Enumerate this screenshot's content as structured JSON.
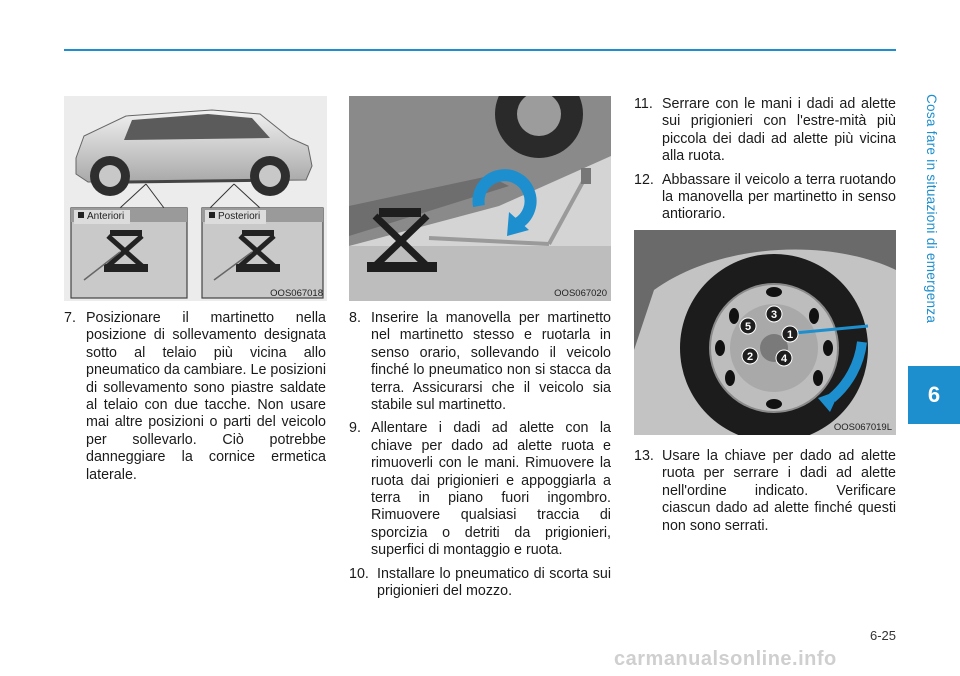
{
  "header": {
    "chapter_title": "Cosa fare in situazioni di emergenza",
    "chapter_number": "6"
  },
  "footer": {
    "page_number": "6-25",
    "watermark": "carmanualsonline.info"
  },
  "figures": {
    "fig1": {
      "code": "OOS067018",
      "label_front": "Anteriori",
      "label_rear": "Posteriori"
    },
    "fig2": {
      "code": "OOS067020"
    },
    "fig3": {
      "code": "OOS067019L",
      "nut_numbers": [
        "1",
        "2",
        "3",
        "4",
        "5"
      ]
    }
  },
  "steps": [
    {
      "num": "7.",
      "text": "Posizionare il martinetto nella posizione di sollevamento designata sotto al telaio più vicina allo pneumatico da cambiare. Le posizioni di sollevamento sono piastre saldate al telaio con due tacche. Non usare mai altre posizioni o parti del veicolo per sollevarlo. Ciò potrebbe danneggiare la cornice ermetica laterale."
    },
    {
      "num": "8.",
      "text": "Inserire la manovella per martinetto nel martinetto stesso e ruotarla in senso orario, sollevando il veicolo finché lo pneumatico non si stacca da terra. Assicurarsi che il veicolo sia stabile sul martinetto."
    },
    {
      "num": "9.",
      "text": "Allentare i dadi ad alette con la chiave per dado ad alette ruota e rimuoverli con le mani. Rimuovere la ruota dai prigionieri e appoggiarla a terra in piano fuori ingombro. Rimuovere qualsiasi traccia di sporcizia o detriti da prigionieri, superfici di montaggio e ruota."
    },
    {
      "num": "10.",
      "text": "Installare lo pneumatico di scorta sui prigionieri del mozzo."
    },
    {
      "num": "11.",
      "text": "Serrare con le mani i dadi ad alette sui prigionieri con l'estre-mità più piccola dei dadi ad alette più vicina alla ruota."
    },
    {
      "num": "12.",
      "text": "Abbassare il veicolo a terra ruotando la manovella per martinetto in senso antiorario."
    },
    {
      "num": "13.",
      "text": "Usare la chiave per dado ad alette ruota per serrare i dadi ad alette nell'ordine indicato. Verificare ciascun dado ad alette finché questi non sono serrati."
    }
  ],
  "colors": {
    "accent": "#1e8fce"
  }
}
